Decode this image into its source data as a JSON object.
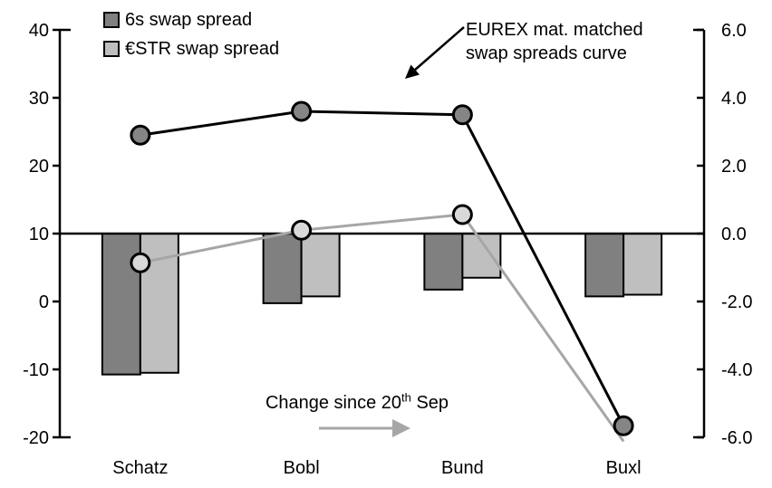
{
  "chart_data": {
    "type": "combo-bar-line",
    "categories": [
      "Schatz",
      "Bobl",
      "Bund",
      "Buxl"
    ],
    "left_axis": {
      "ticks": [
        "40",
        "30",
        "20",
        "10",
        "0",
        "-10",
        "-20"
      ],
      "max": 40,
      "min": -20,
      "step": 10
    },
    "right_axis": {
      "ticks": [
        "6.0",
        "4.0",
        "2.0",
        "0.0",
        "-2.0",
        "-4.0",
        "-6.0"
      ],
      "max": 6,
      "min": -6,
      "step": 2
    },
    "bar_series": [
      {
        "name": "6s swap spread",
        "axis": "right",
        "color": "#808080",
        "values": [
          -4.15,
          -2.05,
          -1.65,
          -1.85
        ]
      },
      {
        "name": "€STR swap spread",
        "axis": "right",
        "color": "#bfbfbf",
        "values": [
          -4.1,
          -1.85,
          -1.3,
          -1.8
        ]
      }
    ],
    "line_series": [
      {
        "name": "6s swap spread curve",
        "axis": "left",
        "color": "#000000",
        "marker_fill": "#858585",
        "values": [
          24.5,
          28,
          27.5,
          -18.3
        ],
        "markers": [
          true,
          true,
          true,
          true
        ]
      },
      {
        "name": "€STR swap spread curve",
        "axis": "left",
        "color": "#a6a6a6",
        "marker_fill": "#d9d9d9",
        "values": [
          5.7,
          10.5,
          12.8,
          -20.6
        ],
        "markers": [
          true,
          true,
          true,
          false
        ]
      }
    ],
    "grid": false,
    "legend_position": "top-left-inside"
  },
  "legend": {
    "items": [
      {
        "label": "6s swap spread",
        "color": "#808080"
      },
      {
        "label": "€STR swap spread",
        "color": "#bfbfbf"
      }
    ]
  },
  "annotations": {
    "eurex": {
      "line1": "EUREX mat. matched",
      "line2": "swap spreads curve"
    },
    "change": {
      "prefix": "Change since 20",
      "sup": "th",
      "suffix": " Sep"
    }
  },
  "colors": {
    "bar_dark": "#808080",
    "bar_light": "#bfbfbf",
    "line_black": "#000000",
    "line_gray": "#a6a6a6",
    "marker_dark": "#858585",
    "marker_light": "#d9d9d9",
    "arrow_gray": "#a6a6a6",
    "axis": "#000000",
    "background": "#ffffff"
  }
}
